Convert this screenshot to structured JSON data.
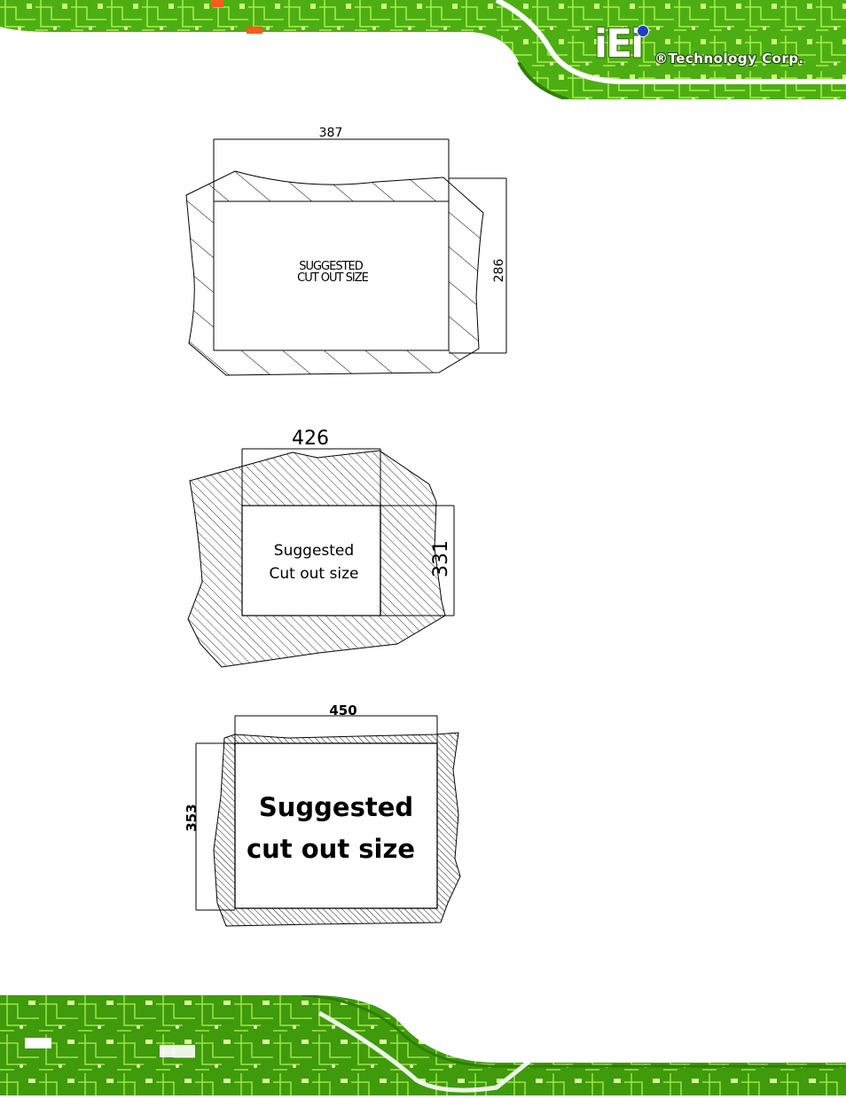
{
  "header": {
    "brand_logo": "iEi",
    "brand_name": "®Technology Corp."
  },
  "figures": [
    {
      "width_label": "387",
      "height_label": "286",
      "caption_line1": "SUGGESTED",
      "caption_line2": "CUT OUT SIZE"
    },
    {
      "width_label": "426",
      "height_label": "331",
      "caption_line1": "Suggested",
      "caption_line2": "Cut  out  size"
    },
    {
      "width_label": "450",
      "height_label": "353",
      "caption_line1": "Suggested",
      "caption_line2": "cut out size"
    }
  ],
  "colors": {
    "circuit_green": "#5fc31c",
    "circuit_dark": "#1f6e06",
    "page_bg": "#ffffff"
  }
}
